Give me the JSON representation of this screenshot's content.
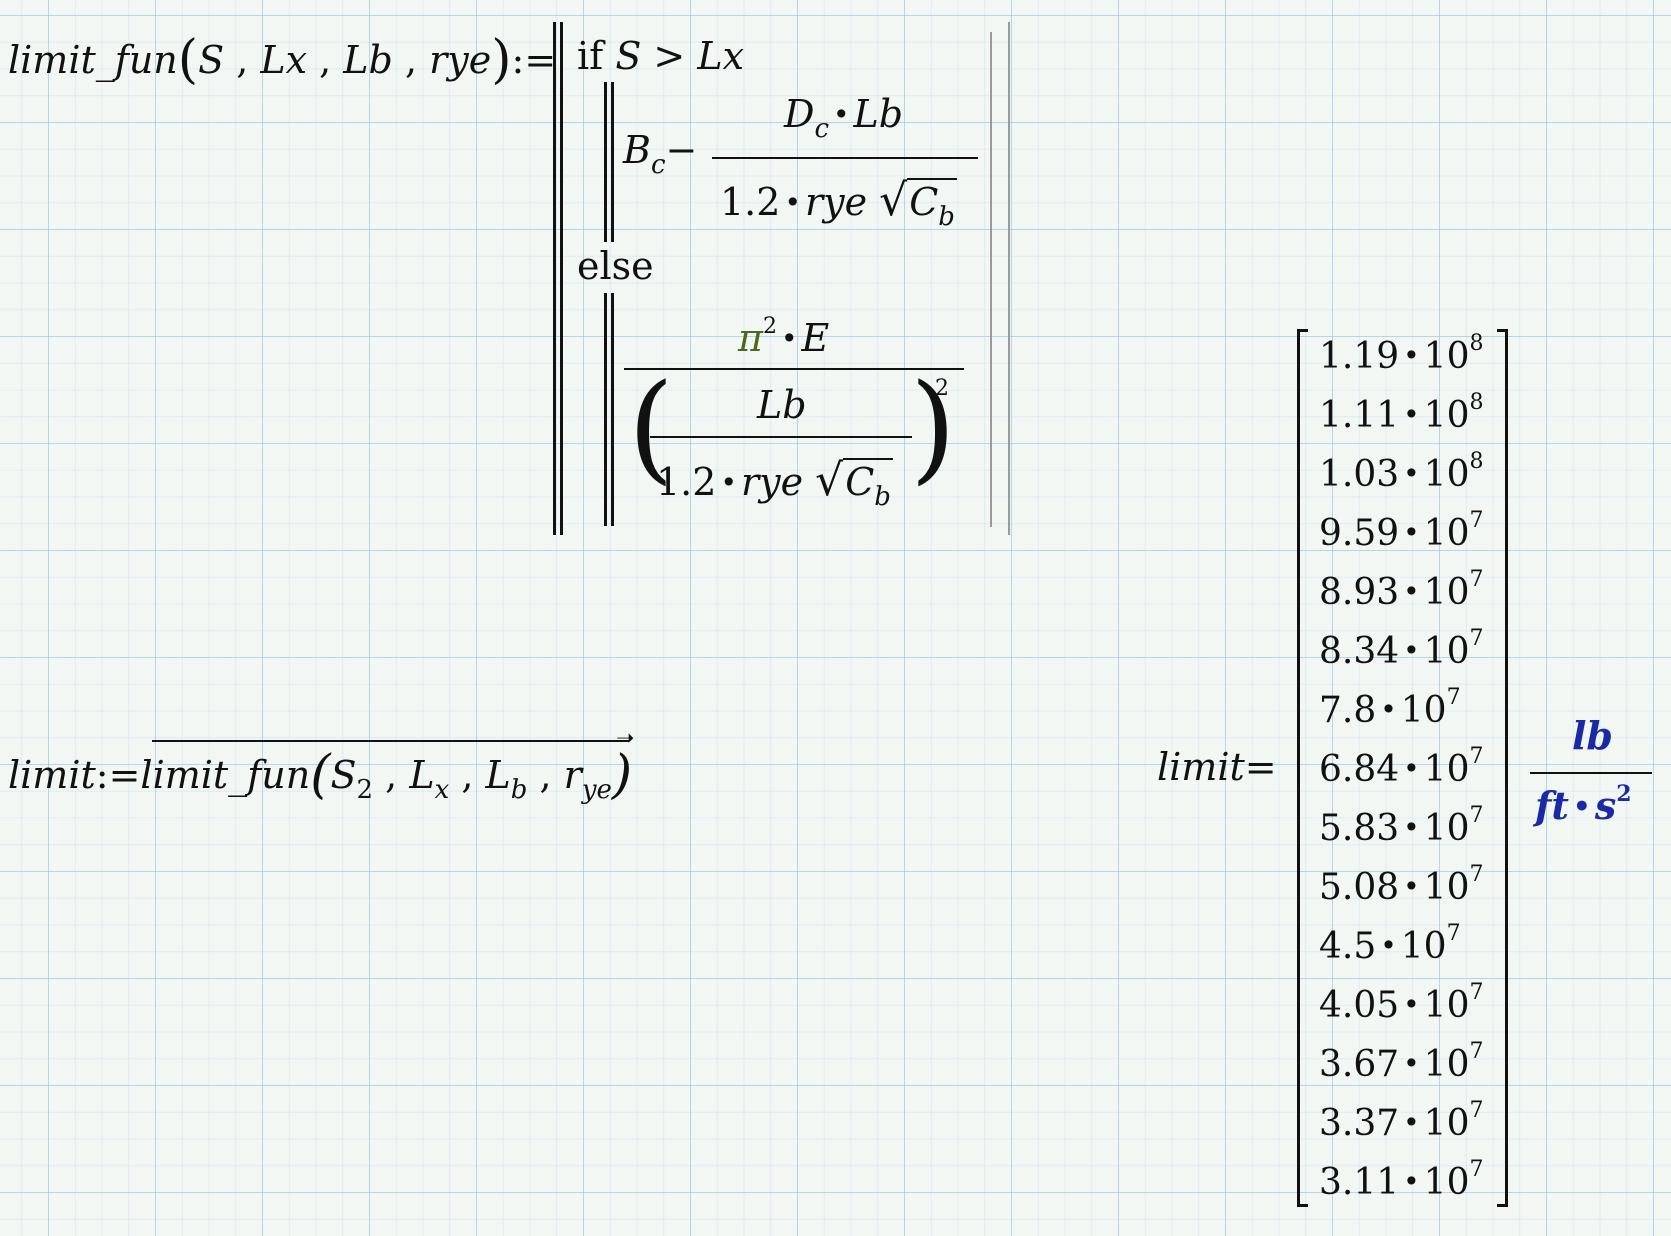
{
  "definition": {
    "fname": "limit_fun",
    "params": [
      "S",
      "Lx",
      "Lb",
      "rye"
    ],
    "assign_op": ":=",
    "if_kw": "if",
    "condition": "S > Lx",
    "else_kw": "else",
    "branch1": {
      "B": "B",
      "B_sub": "c",
      "minus": "−",
      "num_D": "D",
      "num_D_sub": "c",
      "num_Lb": "Lb",
      "den_coef": "1.2",
      "den_rye": "rye",
      "den_C": "C",
      "den_C_sub": "b"
    },
    "branch2": {
      "pi": "π",
      "pi_exp": "2",
      "E": "E",
      "inner_num": "Lb",
      "den_coef": "1.2",
      "den_rye": "rye",
      "den_C": "C",
      "den_C_sub": "b",
      "outer_exp": "2"
    }
  },
  "assignment": {
    "lhs": "limit",
    "op": ":=",
    "fname": "limit_fun",
    "args": [
      {
        "base": "S",
        "sub": "2"
      },
      {
        "base": "L",
        "sub": "x"
      },
      {
        "base": "L",
        "sub": "b"
      },
      {
        "base": "r",
        "sub": "ye"
      }
    ]
  },
  "result": {
    "lhs": "limit",
    "op": "=",
    "values": [
      {
        "mantissa": "1.19",
        "exp": "8"
      },
      {
        "mantissa": "1.11",
        "exp": "8"
      },
      {
        "mantissa": "1.03",
        "exp": "8"
      },
      {
        "mantissa": "9.59",
        "exp": "7"
      },
      {
        "mantissa": "8.93",
        "exp": "7"
      },
      {
        "mantissa": "8.34",
        "exp": "7"
      },
      {
        "mantissa": "7.8",
        "exp": "7"
      },
      {
        "mantissa": "6.84",
        "exp": "7"
      },
      {
        "mantissa": "5.83",
        "exp": "7"
      },
      {
        "mantissa": "5.08",
        "exp": "7"
      },
      {
        "mantissa": "4.5",
        "exp": "7"
      },
      {
        "mantissa": "4.05",
        "exp": "7"
      },
      {
        "mantissa": "3.67",
        "exp": "7"
      },
      {
        "mantissa": "3.37",
        "exp": "7"
      },
      {
        "mantissa": "3.11",
        "exp": "7"
      }
    ],
    "base": "10",
    "unit_num": "lb",
    "unit_den_ft": "ft",
    "unit_den_s": "s",
    "unit_den_exp": "2"
  },
  "colors": {
    "unit": "#1a2aa6",
    "pi": "#4a6b1d",
    "grid": "#96c3e6",
    "background": "#f3f7f4"
  }
}
